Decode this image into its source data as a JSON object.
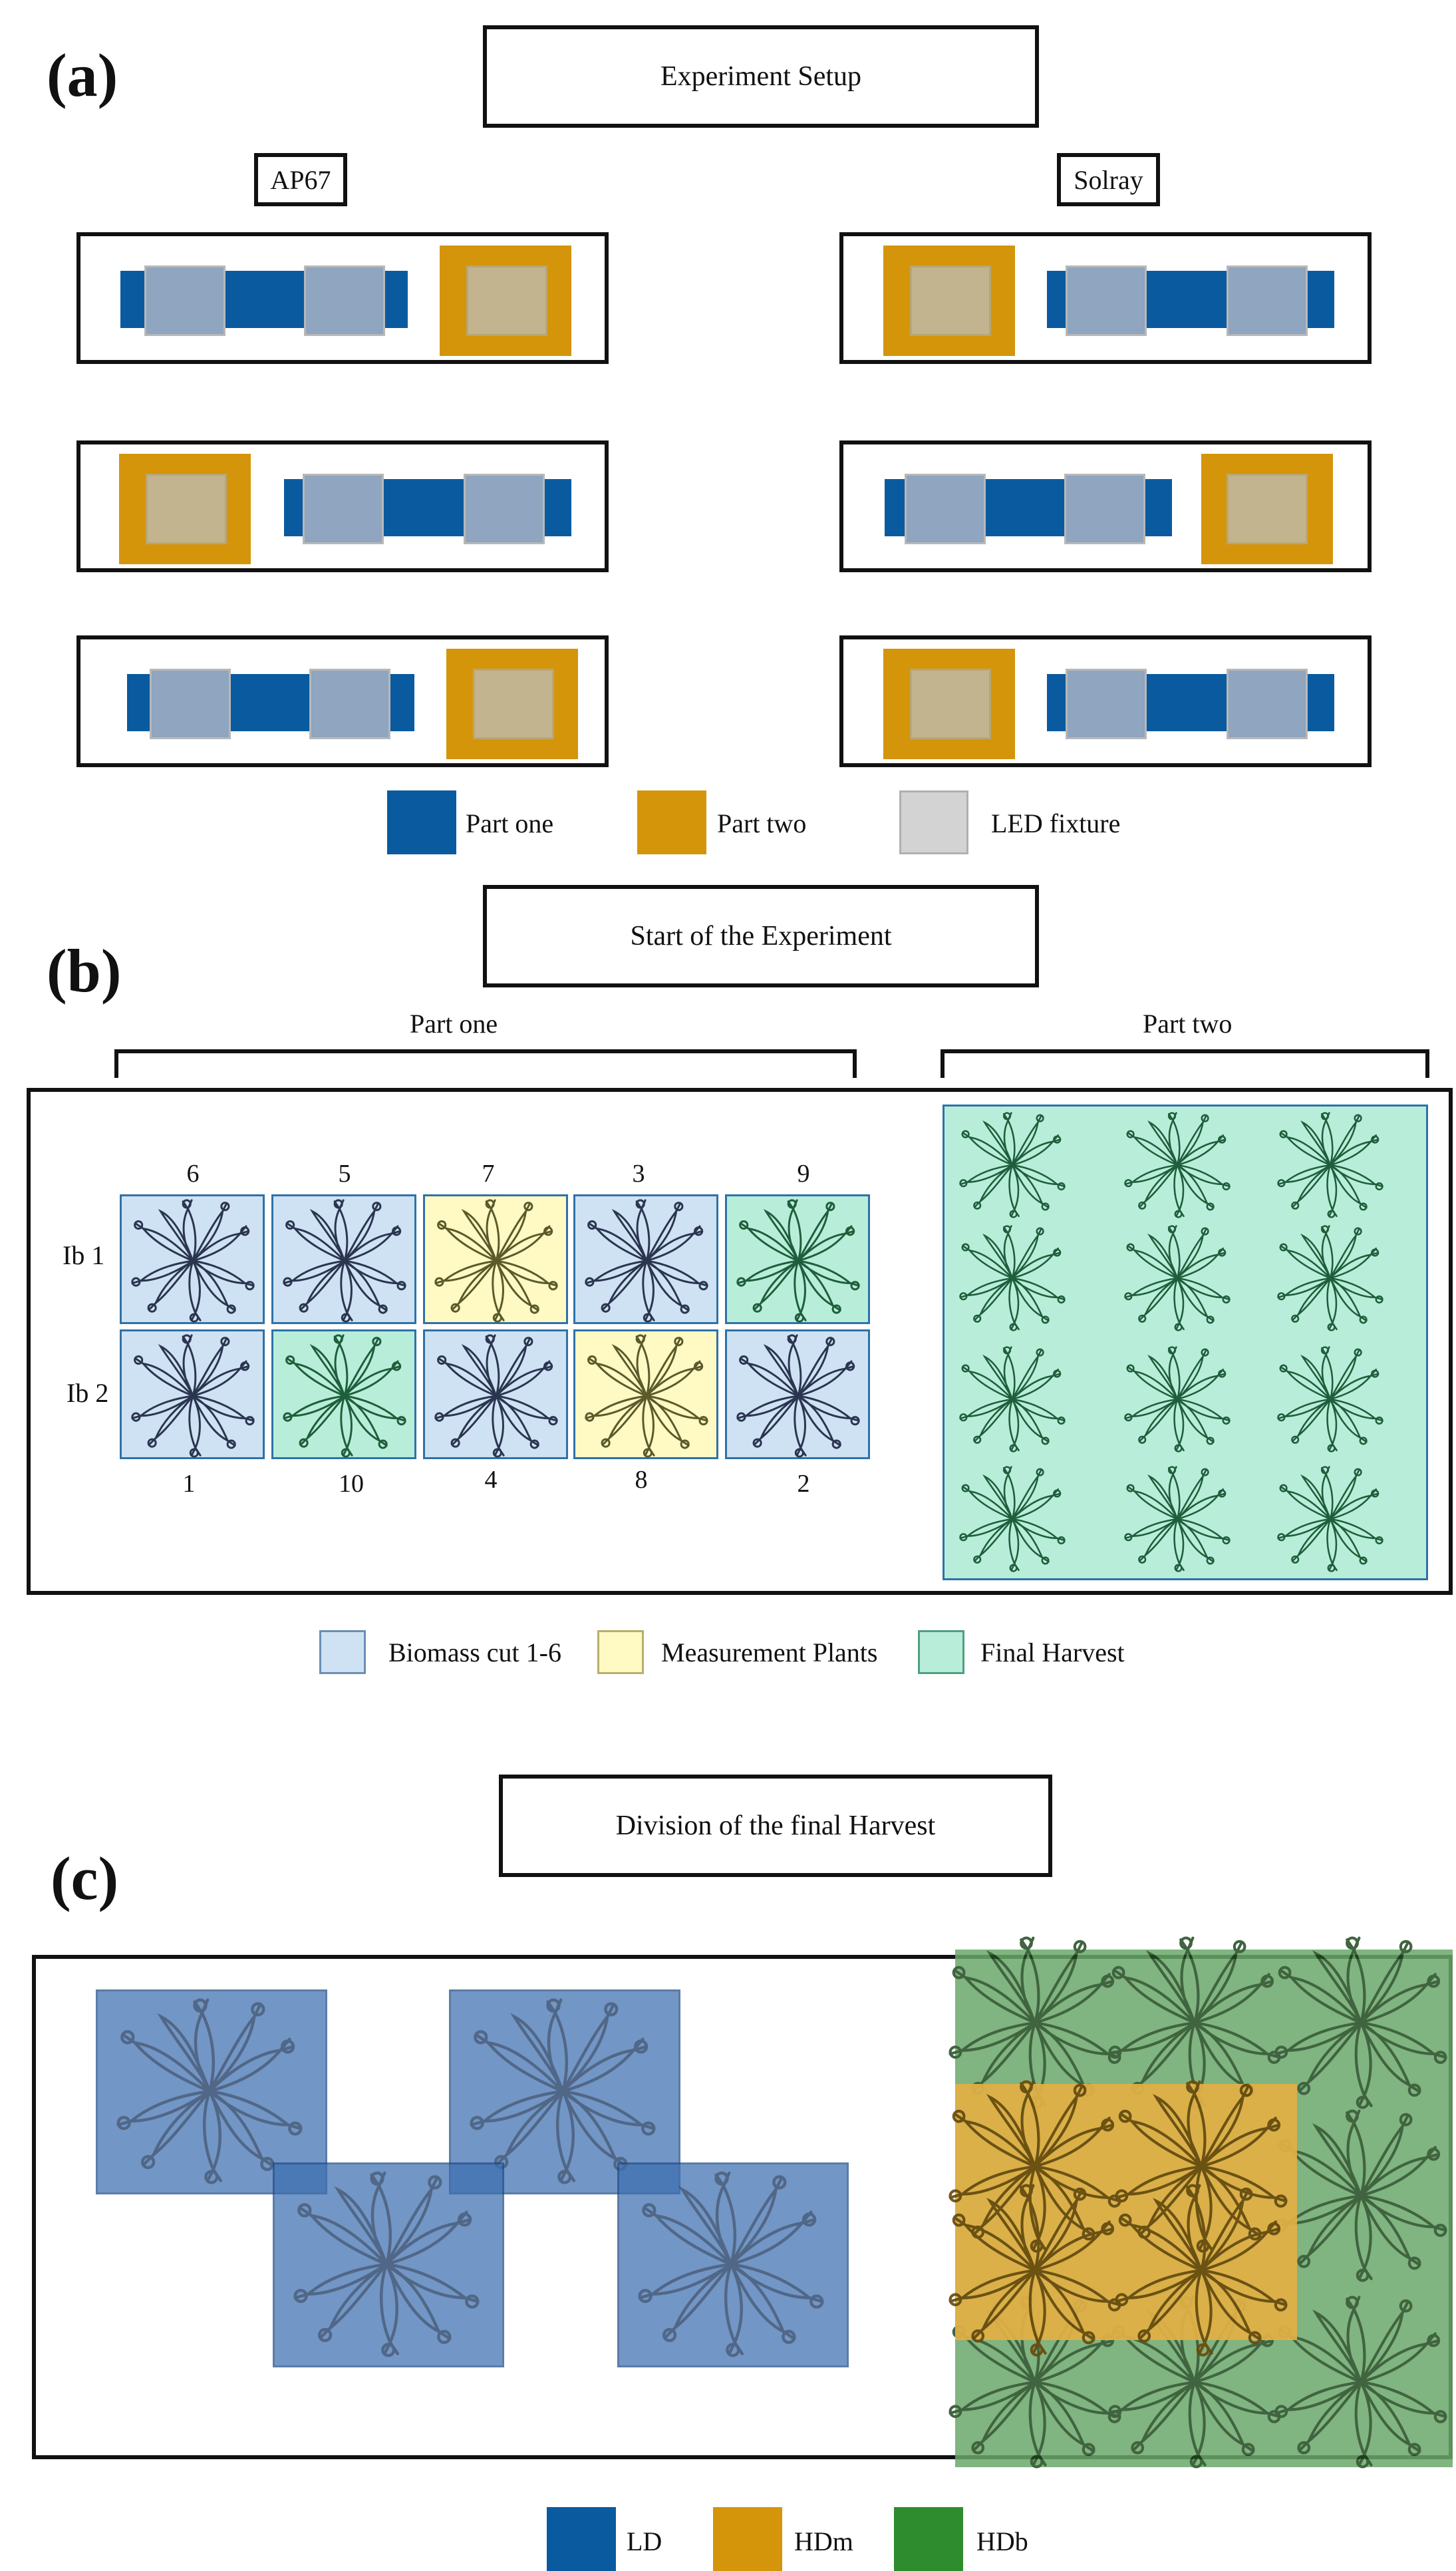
{
  "panel_a": {
    "label": "a",
    "title": "Experiment Setup",
    "left_tag": "AP67",
    "right_tag": "Solray",
    "legend": [
      {
        "label": "Part one",
        "color": "#0a5aa0"
      },
      {
        "label": "Part two",
        "color": "#d4950a"
      },
      {
        "label": "LED fixture",
        "color": "#d3d3d3"
      }
    ]
  },
  "panel_b": {
    "label": "b",
    "title": "Start of the Experiment",
    "part_one": "Part one",
    "part_two": "Part two",
    "row_labels": [
      "Ib 1",
      "Ib 2"
    ],
    "top_numbers": [
      "6",
      "5",
      "7",
      "3",
      "9"
    ],
    "bottom_numbers": [
      "1",
      "10",
      "4",
      "8",
      "2"
    ],
    "legend": [
      {
        "label": "Biomass cut 1-6",
        "color": "#cfe2f3"
      },
      {
        "label": "Measurement Plants",
        "color": "#fff9c4"
      },
      {
        "label": "Final Harvest",
        "color": "#b8eed9"
      }
    ]
  },
  "panel_c": {
    "label": "c",
    "title": "Division of the final Harvest",
    "legend": [
      {
        "label": "LD",
        "color": "#0a5aa0"
      },
      {
        "label": "HDm",
        "color": "#d4950a"
      },
      {
        "label": "HDb",
        "color": "#2e8b2e"
      }
    ]
  }
}
